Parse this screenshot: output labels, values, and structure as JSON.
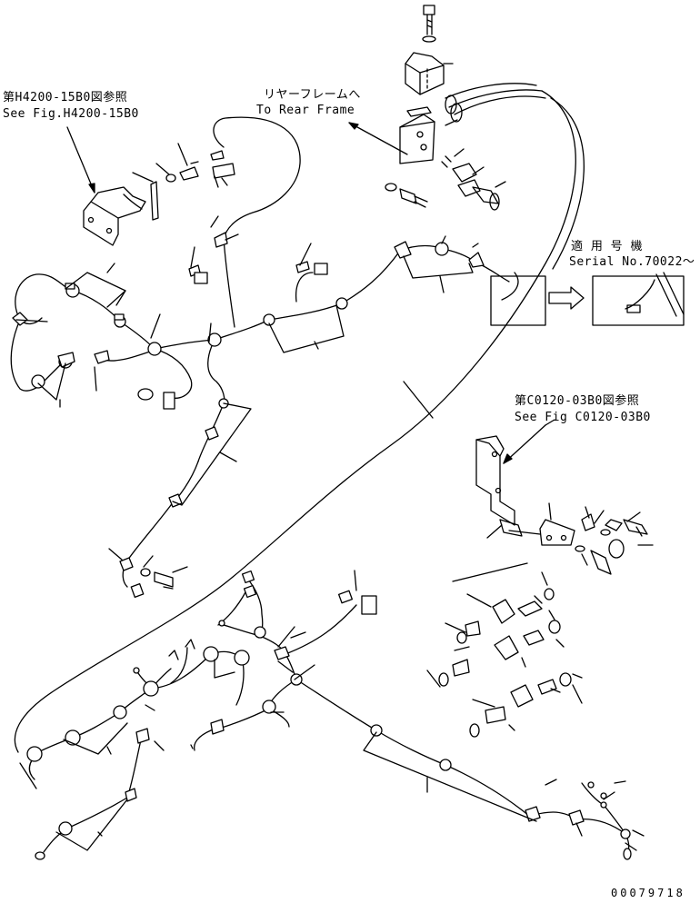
{
  "callouts": {
    "fig_h4200_jp": "第H4200-15B0図参照",
    "fig_h4200_en": "See Fig.H4200-15B0",
    "rear_frame_jp": "リヤーフレームへ",
    "rear_frame_en": "To Rear Frame",
    "serial_jp": "適 用 号 機",
    "serial_en": "Serial No.70022～",
    "fig_c0120_jp": "第C0120-03B0図参照",
    "fig_c0120_en": "See Fig C0120-03B0"
  },
  "drawing_number": "00079718",
  "colors": {
    "ink": "#000000",
    "paper": "#ffffff"
  }
}
